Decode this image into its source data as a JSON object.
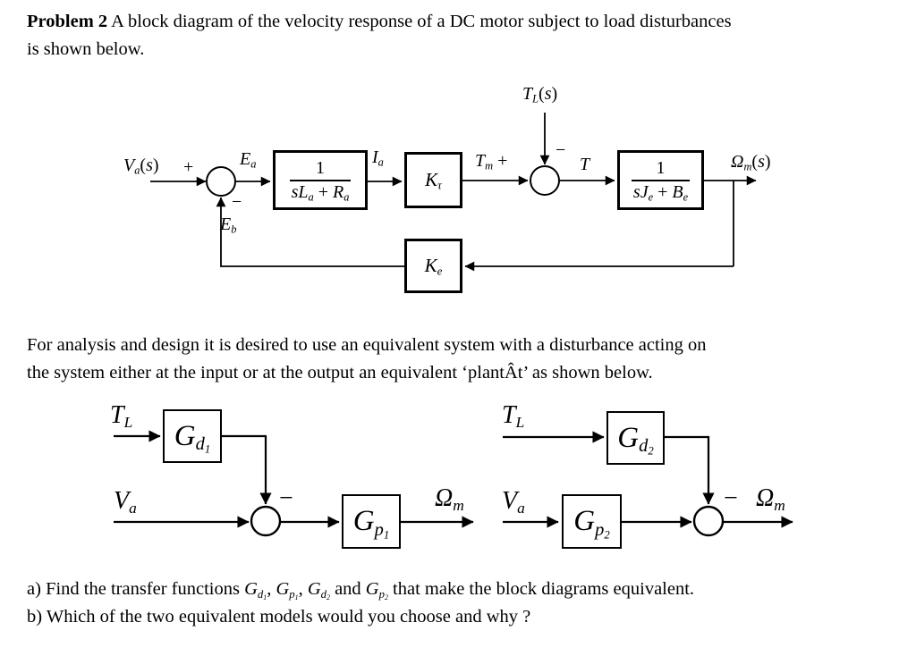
{
  "colors": {
    "ink": "#000000",
    "paper": "#ffffff"
  },
  "intro": {
    "label": "Problem 2",
    "line1_rest": " A block diagram of the velocity response of a DC motor subject to load disturbances",
    "line2": "is shown below."
  },
  "middle": {
    "line1": "For analysis and design it is desired to use an equivalent system with a disturbance acting on",
    "line2": "the system either at the input or at the output an equivalent ‘plantÂt’ as shown below."
  },
  "questions": [
    {
      "label": "a)",
      "text": "Find the transfer functions $G_{d_1}$, $G_{p_1}$, $G_{d_2}$ and $G_{p_2}$ that make the block diagrams equivalent."
    },
    {
      "label": "b)",
      "text": "Which of the two equivalent models would you choose and why ?"
    }
  ],
  "motor_diagram": {
    "input_label": "$V_a$($s$)",
    "plus_sign": "+",
    "error_label": "$E_a$",
    "armature_num": "1",
    "armature_den": "$sL_a$ + $R_a$",
    "current_label": "$I_a$",
    "torque_block": "$K_τ$",
    "motor_torque_label": "$T_m$ +",
    "load_label": "$T_L$($s$)",
    "load_minus": "−",
    "torque_label": "$T$",
    "inertia_num": "1",
    "inertia_den": "$sJ_e$ + $B_e$",
    "output_label": "$Ω_m$($s$)",
    "feedback_minus": "−",
    "backemf_label": "$E_b$",
    "backemf_block": "$K_e$"
  },
  "equiv1": {
    "load_label": "$T_L$",
    "dist_block": "$G_{d_1}$",
    "minus_sign": "−",
    "input_label": "$V_a$",
    "plant_block": "$G_{p_1}$",
    "output_label": "$Ω_m$"
  },
  "equiv2": {
    "load_label": "$T_L$",
    "dist_block": "$G_{d_2}$",
    "minus_sign": "−",
    "input_label": "$V_a$",
    "plant_block": "$G_{p_2}$",
    "output_label": "$Ω_m$"
  }
}
